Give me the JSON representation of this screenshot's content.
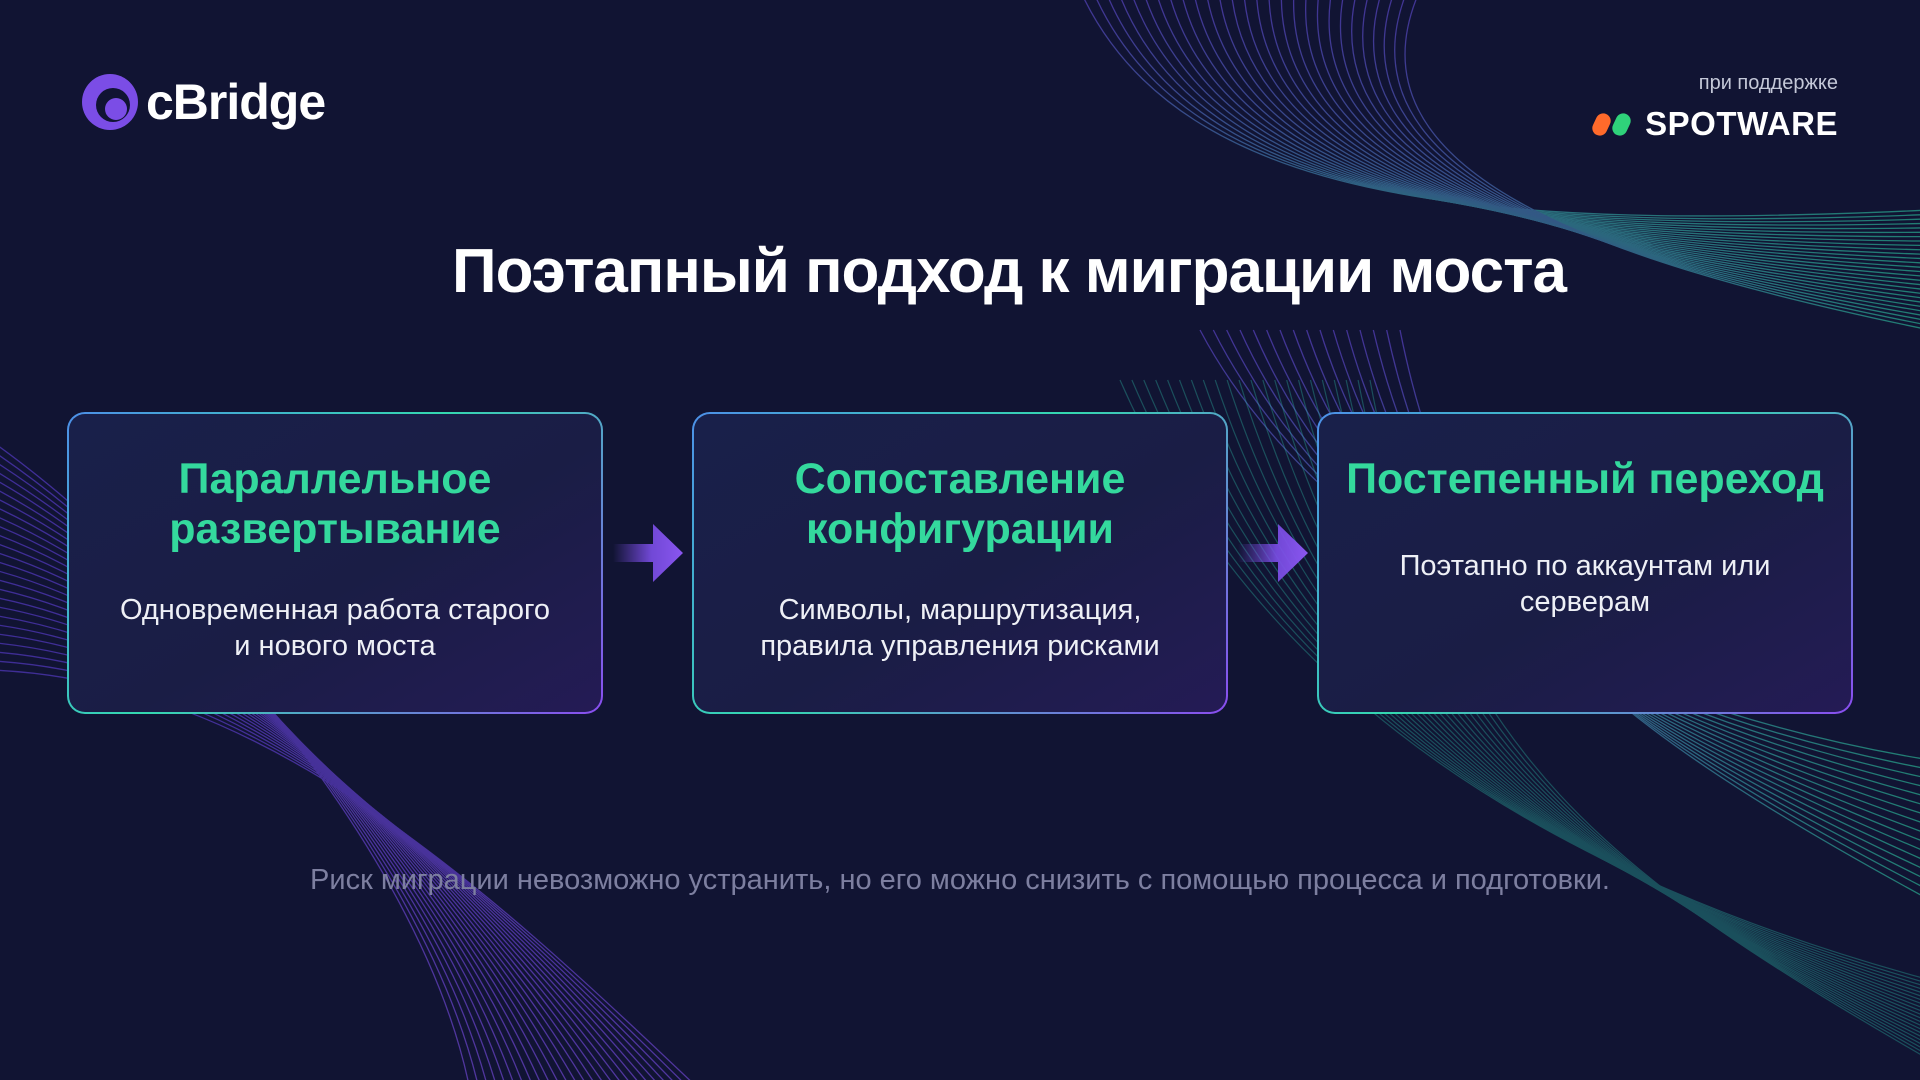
{
  "header": {
    "logo_text": "cBridge",
    "sponsor_label": "при поддержке",
    "sponsor_name": "SPOTWARE"
  },
  "title": "Поэтапный подход к миграции моста",
  "steps": [
    {
      "title": "Параллельное развертывание",
      "description": "Одновременная работа старого и нового моста"
    },
    {
      "title": "Сопоставление конфигурации",
      "description": "Символы, маршрутизация, правила управления рисками"
    },
    {
      "title": "Постепенный переход",
      "description": "Поэтапно по аккаунтам или серверам"
    }
  ],
  "footnote": "Риск миграции невозможно устранить, но его можно снизить с помощью процесса и подготовки.",
  "colors": {
    "background": "#111433",
    "accent_green": "#34d99d",
    "accent_purple": "#7c4ee8",
    "logo_purple": "#7b4de6",
    "sponsor_orange": "#ff6a2b",
    "sponsor_green": "#2fd27a",
    "muted_text": "#7d7fa0"
  },
  "icons": {
    "brand_logo": "cbridge-logo-icon",
    "sponsor_logo": "spotware-logo-icon",
    "step_arrow": "arrow-right-icon"
  }
}
